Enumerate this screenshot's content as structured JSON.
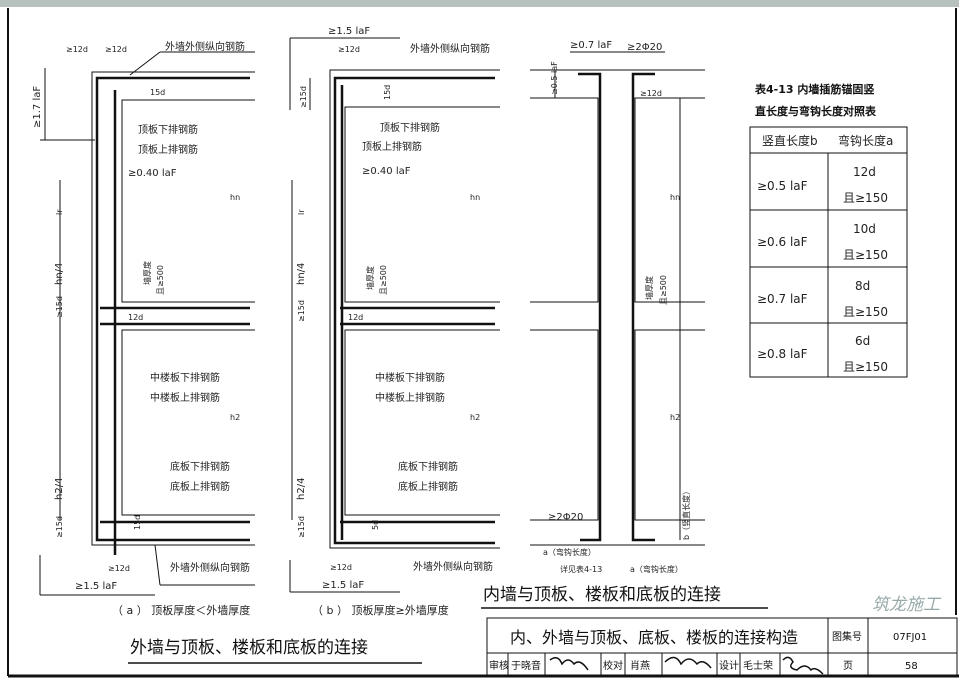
{
  "drawing_a": {
    "labels": {
      "d12a": "≥12d",
      "d12b": "≥12d",
      "outer_rebar_top": "外墙外侧纵向钢筋",
      "lap": "≥1.7 laF",
      "d15": "15d",
      "top_slab_lower": "顶板下排钢筋",
      "top_slab_upper": "顶板上排钢筋",
      "anchor": "≥0.40 laF",
      "hn": "hn",
      "hn4": "hn/4",
      "lr": "lr",
      "d15b": "≥15d",
      "d12c": "12d",
      "mid_lower": "中楼板下排钢筋",
      "mid_upper": "中楼板上排钢筋",
      "wall_thick": "墙厚度",
      "min500": "且≥500",
      "h2": "h2",
      "h24": "h2/4",
      "bot_lower": "底板下排钢筋",
      "bot_upper": "底板上排钢筋",
      "d15c": "≥15d",
      "d15d": "15d",
      "d12d": "≥12d",
      "outer_rebar_bot": "外墙外侧纵向钢筋",
      "lap_bot": "≥1.5 laF"
    },
    "caption": "（ a ）  顶板厚度＜外墙厚度"
  },
  "drawing_b": {
    "labels": {
      "lap": "≥1.5 laF",
      "d12": "≥12d",
      "outer_rebar_top": "外墙外侧纵向钢筋",
      "d15": "≥15d",
      "d15b": "15d",
      "top_slab_lower": "顶板下排钢筋",
      "top_slab_upper": "顶板上排钢筋",
      "anchor": "≥0.40 laF",
      "hn": "hn",
      "hn4": "hn/4",
      "lr": "lr",
      "d15c": "≥15d",
      "d12c": "12d",
      "wall_thick": "墙厚度",
      "min500": "且≥500",
      "mid_lower": "中楼板下排钢筋",
      "mid_upper": "中楼板上排钢筋",
      "h2": "h2",
      "h24": "h2/4",
      "bot_lower": "底板下排钢筋",
      "bot_upper": "底板上排钢筋",
      "d15d": "≥15d",
      "d15e": "5d",
      "d12d": "≥12d",
      "outer_rebar_bot": "外墙外侧纵向钢筋",
      "lap_bot": "≥1.5 laF"
    },
    "caption": "（ b ）  顶板厚度≥外墙厚度"
  },
  "drawing_c": {
    "labels": {
      "lap": "≥0.7 laF",
      "bars": "≥2Φ20",
      "half": "≥0.5 laF",
      "d12": "≥12d",
      "hn": "hn",
      "wall_thick": "墙厚度",
      "min500": "且≥500",
      "h2": "h2",
      "bars_bot": "≥2Φ20",
      "hook": "a（弯钩长度）",
      "vert": "b（竖直长度）",
      "see_table": "详见表4-13",
      "hook2": "a（弯钩长度）"
    }
  },
  "outer_title": "外墙与顶板、楼板和底板的连接",
  "inner_title": "内墙与顶板、楼板和底板的连接",
  "table": {
    "title_line1": "表4-13  内墙插筋锚固竖",
    "title_line2": "直长度与弯钩长度对照表",
    "headers": [
      "竖直长度b",
      "弯钩长度a"
    ],
    "rows": [
      {
        "vertical": "≥0.5 laF",
        "hook": "12d",
        "min": "且≥150"
      },
      {
        "vertical": "≥0.6 laF",
        "hook": "10d",
        "min": "且≥150"
      },
      {
        "vertical": "≥0.7 laF",
        "hook": "8d",
        "min": "且≥150"
      },
      {
        "vertical": "≥0.8 laF",
        "hook": "6d",
        "min": "且≥150"
      }
    ]
  },
  "title_block": {
    "title": "内、外墙与顶板、底板、楼板的连接构造",
    "atlas_label": "图集号",
    "atlas_no": "07FJ01",
    "review_label": "审核",
    "reviewer": "于晓音",
    "check_label": "校对",
    "checker": "肖燕",
    "design_label": "设计",
    "designer": "毛士荣",
    "page_label": "页",
    "page_no": "58",
    "watermark": "筑龙施工"
  }
}
